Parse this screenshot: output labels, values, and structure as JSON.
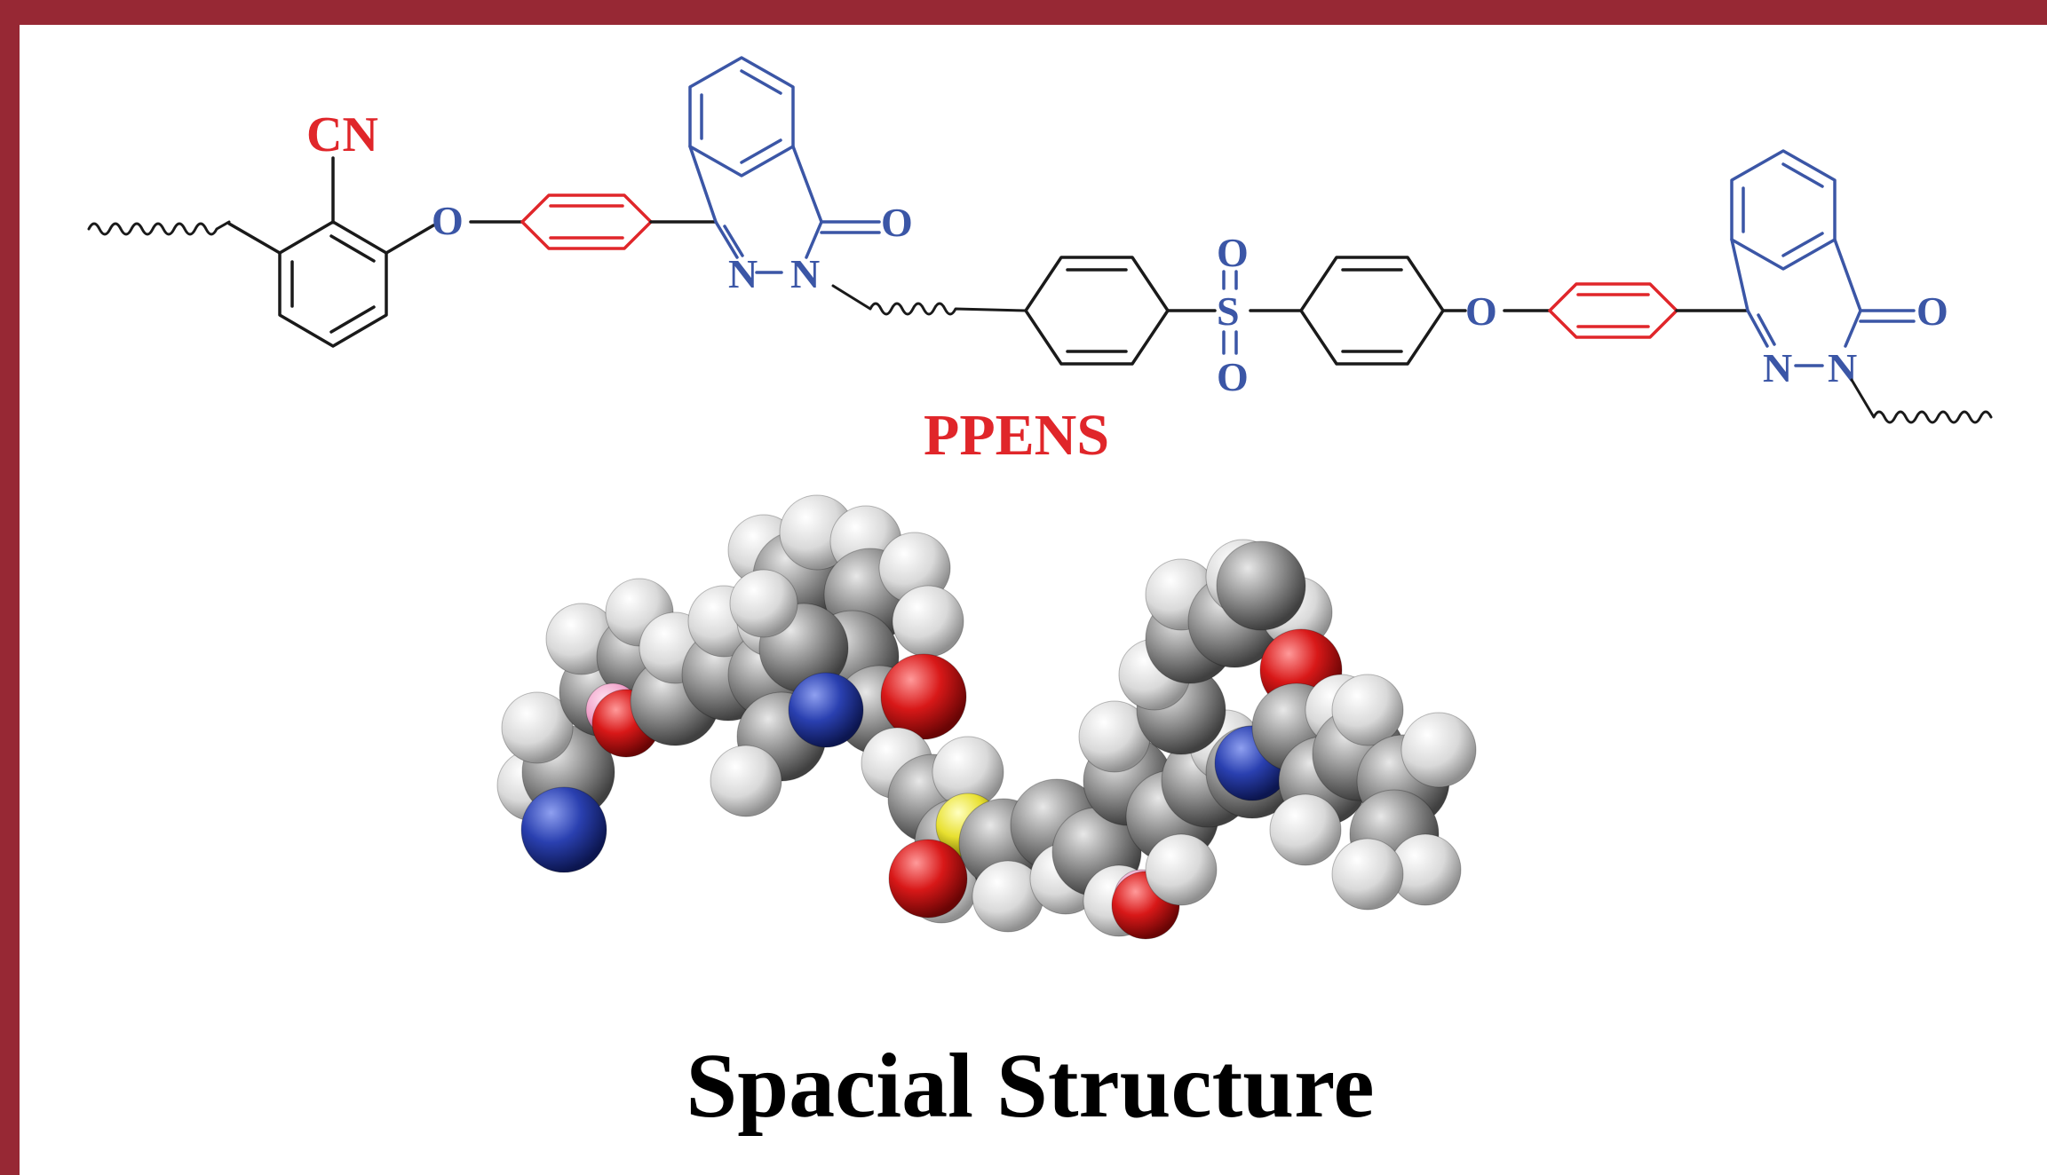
{
  "colors": {
    "frame": "#972834",
    "panel": "#ffffff",
    "black_bond": "#1a1a1a",
    "red_group": "#e0262a",
    "blue_group": "#3b56a6",
    "carbon": "#8a8a8a",
    "hydrogen": "#e6e6e6",
    "oxygen": "#d11a1a",
    "nitrogen": "#2b3fa0",
    "sulfur": "#e5e130",
    "pink": "#f0a0c8"
  },
  "labels": {
    "cn": "CN",
    "ether_o": "O",
    "carbonyl_o": "O",
    "n": "N",
    "s": "S",
    "so2_o": "O",
    "name": "PPENS",
    "title": "Spacial Structure"
  }
}
